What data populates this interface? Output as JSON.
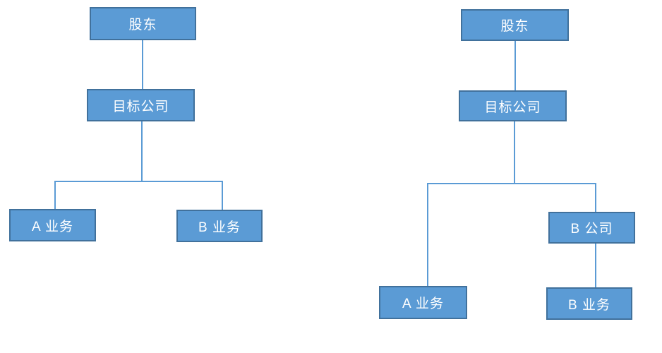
{
  "colors": {
    "node_fill": "#5B9BD5",
    "node_border": "#41719C",
    "connector": "#5B9BD5",
    "node_text": "#FFFFFF",
    "page_background": "#FFFFFF"
  },
  "diagram_left": {
    "nodes": {
      "shareholder": {
        "label": "股东"
      },
      "target_company": {
        "label": "目标公司"
      },
      "business_a": {
        "label": "A 业务"
      },
      "business_b": {
        "label": "B 业务"
      }
    },
    "edges": [
      [
        "shareholder",
        "target_company"
      ],
      [
        "target_company",
        "business_a"
      ],
      [
        "target_company",
        "business_b"
      ]
    ]
  },
  "diagram_right": {
    "nodes": {
      "shareholder": {
        "label": "股东"
      },
      "target_company": {
        "label": "目标公司"
      },
      "company_b": {
        "label": "B 公司"
      },
      "business_a": {
        "label": "A 业务"
      },
      "business_b": {
        "label": "B 业务"
      }
    },
    "edges": [
      [
        "shareholder",
        "target_company"
      ],
      [
        "target_company",
        "business_a"
      ],
      [
        "target_company",
        "company_b"
      ],
      [
        "company_b",
        "business_b"
      ]
    ]
  }
}
